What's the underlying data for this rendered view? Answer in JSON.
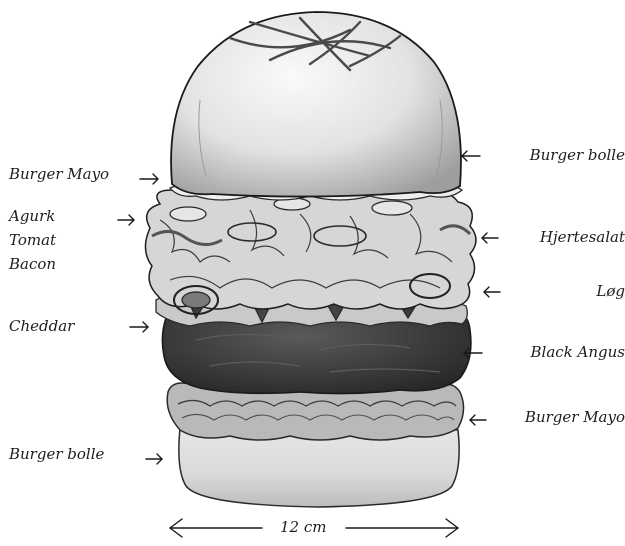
{
  "labels_left": {
    "burger_mayo_top": "Burger Mayo",
    "agurk": "Agurk",
    "tomat": "Tomat",
    "bacon": "Bacon",
    "cheddar": "Cheddar",
    "burger_bolle_bottom": "Burger bolle"
  },
  "labels_right": {
    "burger_bolle_top": "Burger bolle",
    "hjertesalat": "Hjertesalat",
    "log": "Løg",
    "black_angus": "Black Angus",
    "burger_mayo_bottom": "Burger Mayo"
  },
  "dimension": {
    "label": "12 cm"
  },
  "colors": {
    "ink": "#1a1a1a",
    "bun": "#e3e3e3",
    "patty": "#3a3a3a",
    "lettuce": "#cfcfcf",
    "cheese": "#bdbdbd"
  }
}
